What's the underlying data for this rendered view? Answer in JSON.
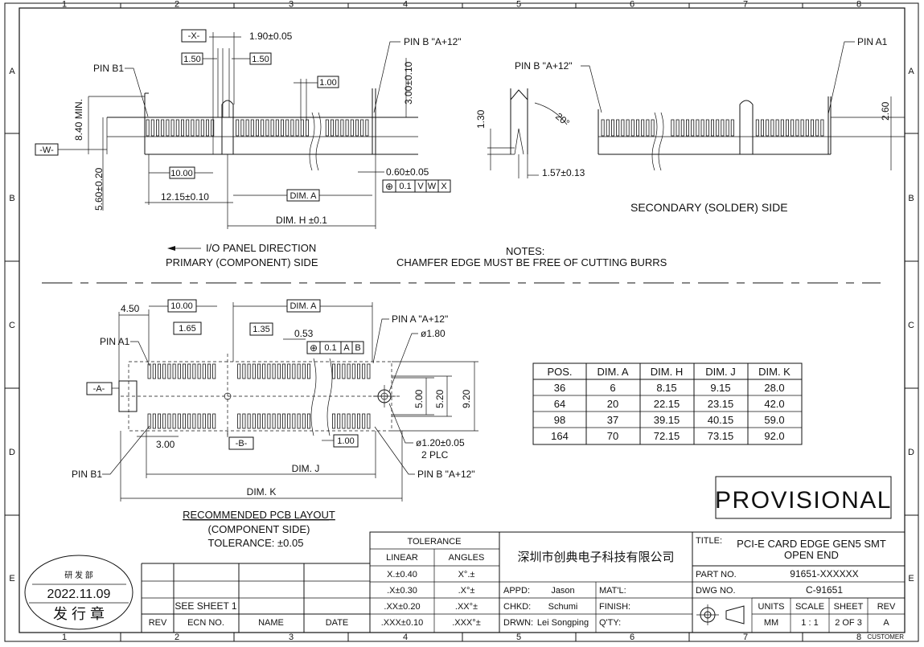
{
  "zones": {
    "cols": [
      "1",
      "2",
      "3",
      "4",
      "5",
      "6",
      "7",
      "8"
    ],
    "rows": [
      "A",
      "B",
      "C",
      "D",
      "E"
    ]
  },
  "primary": {
    "x_label": "-X-",
    "x_pitch": "1.90±0.05",
    "box_150_a": "1.50",
    "box_150_b": "1.50",
    "box_100": "1.00",
    "pin_b_top": "PIN B \"A+12\"",
    "pin_b1": "PIN B1",
    "dim_840": "8.40 MIN.",
    "w_label": "-W-",
    "dim_300": "3.00±0.10",
    "dim_560": "5.60±0.20",
    "box_1000": "10.00",
    "dim_1215": "12.15±0.10",
    "dim_a_box": "DIM. A",
    "dim_060": "0.60±0.05",
    "gdt": [
      "⊕",
      "0.1",
      "V",
      "W",
      "X"
    ],
    "dim_h": "DIM. H ±0.1",
    "io_dir": "I/O PANEL DIRECTION",
    "side": "PRIMARY (COMPONENT) SIDE"
  },
  "secondary": {
    "pin_b": "PIN B \"A+12\"",
    "pin_a1": "PIN A1",
    "dim_130": "1.30",
    "angle": "20°",
    "dim_157": "1.57±0.13",
    "dim_260": "2.60",
    "side": "SECONDARY (SOLDER) SIDE"
  },
  "notes": {
    "title": "NOTES:",
    "text": "CHAMFER EDGE MUST BE FREE OF CUTTING BURRS"
  },
  "pcb": {
    "dim_450": "4.50",
    "box_1000": "10.00",
    "dim_a_box": "DIM. A",
    "pin_a_top": "PIN A \"A+12\"",
    "box_165": "1.65",
    "box_135": "1.35",
    "dim_053": "0.53",
    "gdt": [
      "⊕",
      "0.1",
      "A",
      "B"
    ],
    "dia_180": "ø1.80",
    "pin_a1": "PIN A1",
    "a_label": "-A-",
    "dim_500": "5.00",
    "dim_520": "5.20",
    "dim_920": "9.20",
    "dim_300": "3.00",
    "b_label": "-B-",
    "box_100": "1.00",
    "dia_120": "ø1.20±0.05",
    "plc": "2 PLC",
    "pin_b1": "PIN B1",
    "dim_j": "DIM. J",
    "pin_b_bottom": "PIN B \"A+12\"",
    "dim_k": "DIM. K",
    "title": "RECOMMENDED PCB LAYOUT",
    "subtitle": "(COMPONENT SIDE)",
    "tolerance": "TOLERANCE: ±0.05"
  },
  "dim_table": {
    "headers": [
      "POS.",
      "DIM. A",
      "DIM. H",
      "DIM. J",
      "DIM. K"
    ],
    "rows": [
      [
        "36",
        "6",
        "8.15",
        "9.15",
        "28.0"
      ],
      [
        "64",
        "20",
        "22.15",
        "23.15",
        "42.0"
      ],
      [
        "98",
        "37",
        "39.15",
        "40.15",
        "59.0"
      ],
      [
        "164",
        "70",
        "72.15",
        "73.15",
        "92.0"
      ]
    ]
  },
  "provisional": "PROVISIONAL",
  "stamp": {
    "dept": "研 发 部",
    "date": "2022.11.09",
    "label": "发 行 章"
  },
  "rev_table": {
    "headers": [
      "REV",
      "ECN NO.",
      "NAME",
      "DATE"
    ],
    "see_sheet": "SEE SHEET 1"
  },
  "tolerance": {
    "title": "TOLERANCE",
    "headers": [
      "LINEAR",
      "ANGLES"
    ],
    "rows": [
      [
        "X.±0.40",
        "X°.±"
      ],
      [
        ".X±0.30",
        ".X°±"
      ],
      [
        ".XX±0.20",
        ".XX°±"
      ],
      [
        ".XXX±0.10",
        ".XXX°±"
      ]
    ]
  },
  "company": "深圳市创典电子科技有限公司",
  "approvals": {
    "appd_label": "APPD:",
    "appd": "Jason",
    "chkd_label": "CHKD:",
    "chkd": "Schumi",
    "drwn_label": "DRWN:",
    "drwn": "Lei Songping",
    "matl": "MAT'L:",
    "finish": "FINISH:",
    "qty": "Q'TY:"
  },
  "title_block": {
    "title_label": "TITLE:",
    "title_1": "PCI-E CARD EDGE GEN5 SMT",
    "title_2": "OPEN END",
    "part_label": "PART NO.",
    "part_no": "91651-XXXXXX",
    "dwg_label": "DWG NO.",
    "dwg_no": "C-91651",
    "units_label": "UNITS",
    "units": "MM",
    "scale_label": "SCALE",
    "scale": "1 : 1",
    "sheet_label": "SHEET",
    "sheet": "2 OF 3",
    "rev_label": "REV",
    "rev": "A",
    "customer": "CUSTOMER"
  }
}
